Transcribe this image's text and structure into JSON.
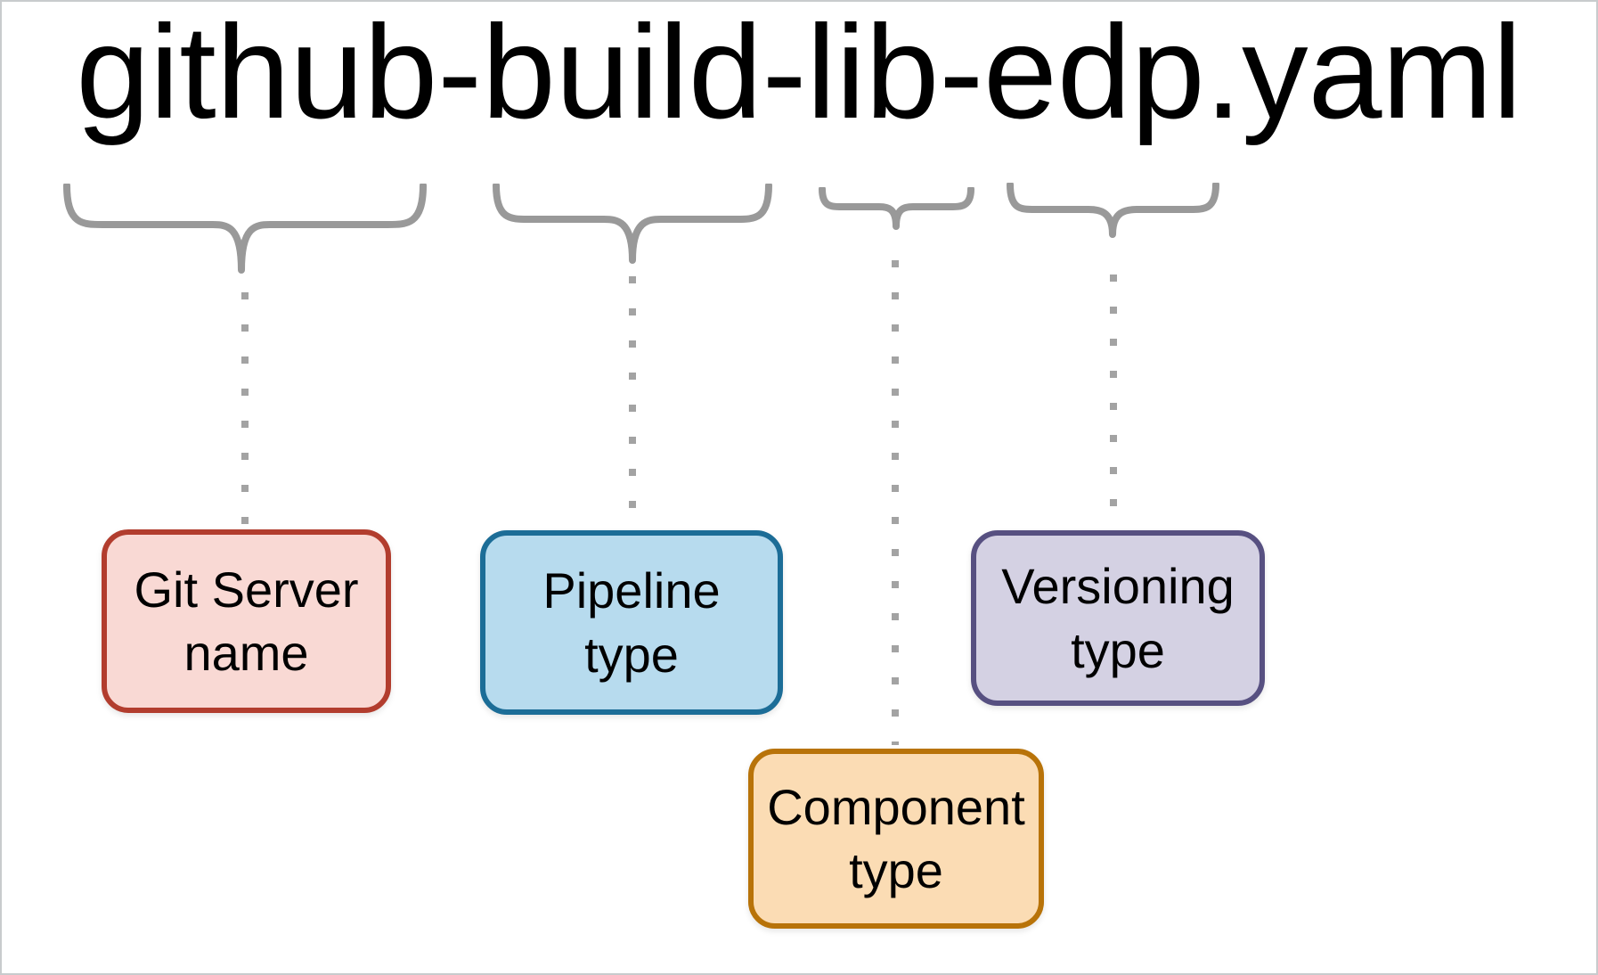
{
  "title": "github-build-lib-edp.yaml",
  "filename_parts": [
    "github",
    "build",
    "lib",
    "edp"
  ],
  "boxes": [
    {
      "label": "Git Server name",
      "annotates_part": "github",
      "fill": "#f9d9d4",
      "border": "#b23d2e"
    },
    {
      "label": "Pipeline type",
      "annotates_part": "build",
      "fill": "#b7dbee",
      "border": "#1c6d97"
    },
    {
      "label": "Component type",
      "annotates_part": "lib",
      "fill": "#fbdcb4",
      "border": "#b87309"
    },
    {
      "label": "Versioning type",
      "annotates_part": "edp",
      "fill": "#d4d1e3",
      "border": "#575081"
    }
  ],
  "colors": {
    "brace": "#999999",
    "dotted_connector": "#a3a3a3",
    "title_text": "#000000",
    "canvas_border": "#c8cbcd",
    "background": "#ffffff"
  }
}
